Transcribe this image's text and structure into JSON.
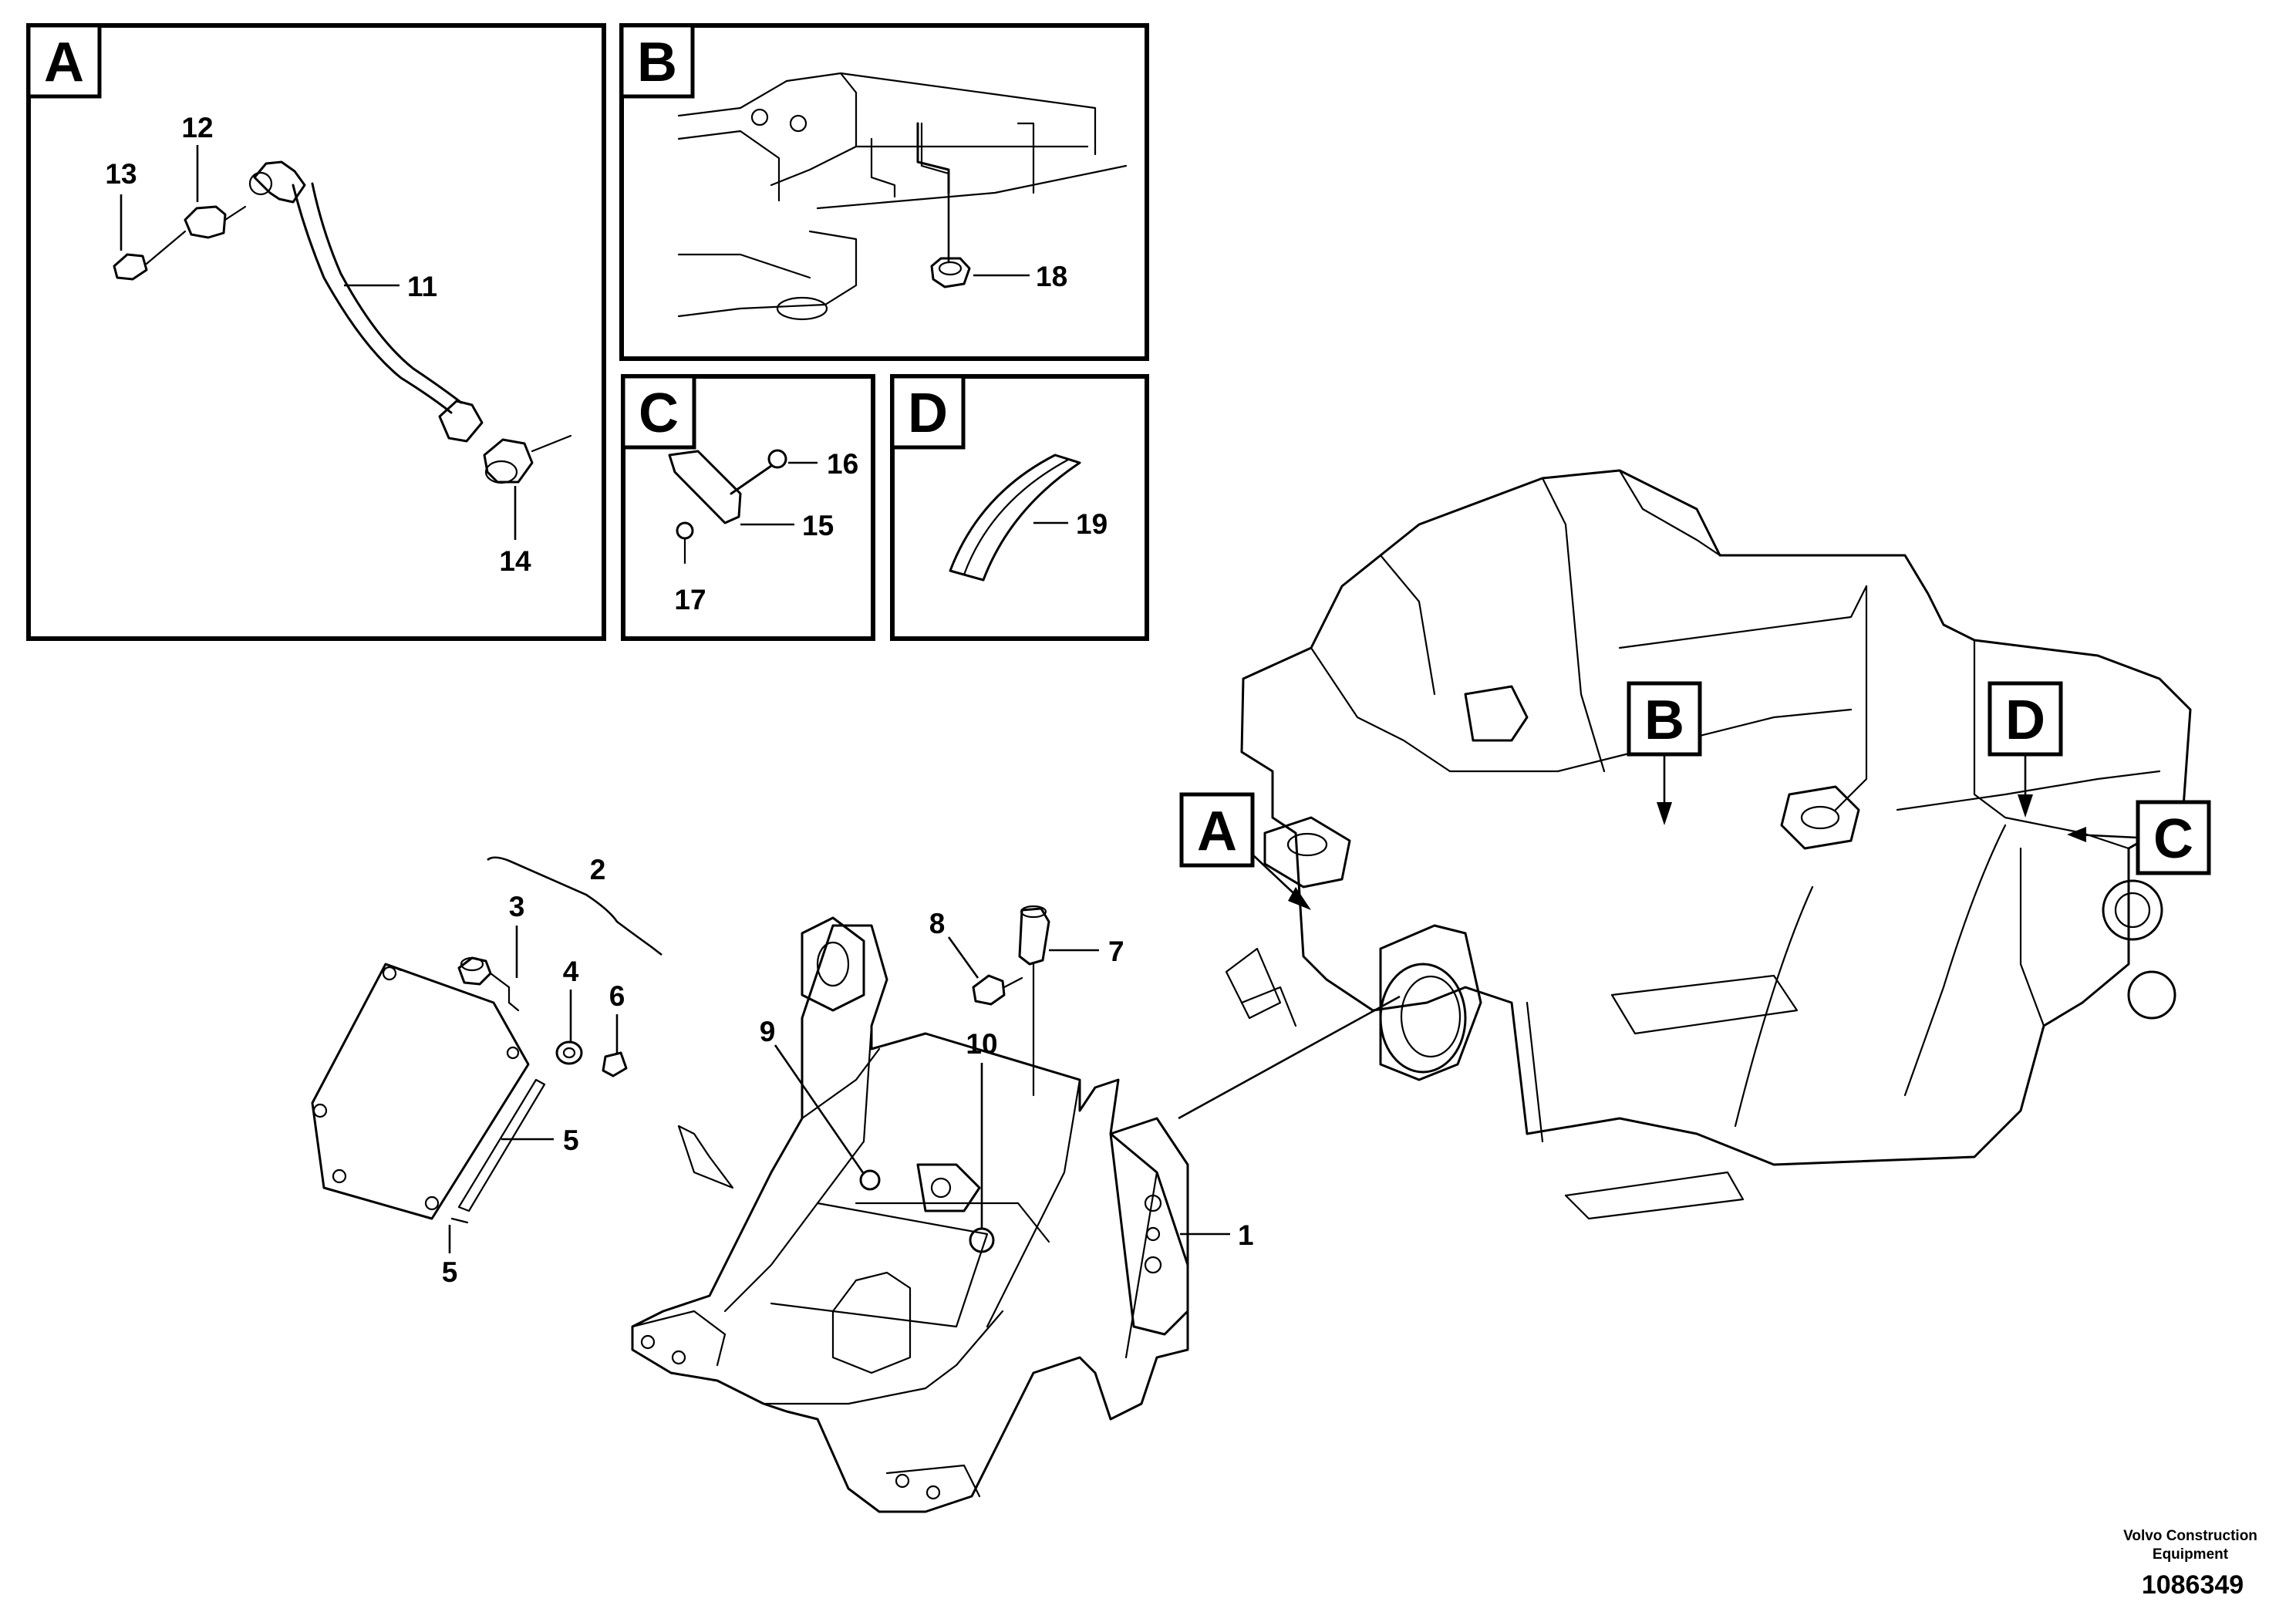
{
  "detail_views": [
    {
      "key": "A",
      "label": "A"
    },
    {
      "key": "B",
      "label": "B"
    },
    {
      "key": "C",
      "label": "C"
    },
    {
      "key": "D",
      "label": "D"
    }
  ],
  "view_markers": [
    {
      "key": "A",
      "label": "A"
    },
    {
      "key": "B",
      "label": "B"
    },
    {
      "key": "C",
      "label": "C"
    },
    {
      "key": "D",
      "label": "D"
    }
  ],
  "part_numbers": {
    "p1": "1",
    "p2": "2",
    "p3": "3",
    "p4": "4",
    "p5a": "5",
    "p5b": "5",
    "p6": "6",
    "p7": "7",
    "p8": "8",
    "p9": "9",
    "p10": "10",
    "p11": "11",
    "p12": "12",
    "p13": "13",
    "p14": "14",
    "p15": "15",
    "p16": "16",
    "p17": "17",
    "p18": "18",
    "p19": "19"
  },
  "footer": {
    "company_line1": "Volvo Construction",
    "company_line2": "Equipment",
    "document_number": "1086349"
  }
}
